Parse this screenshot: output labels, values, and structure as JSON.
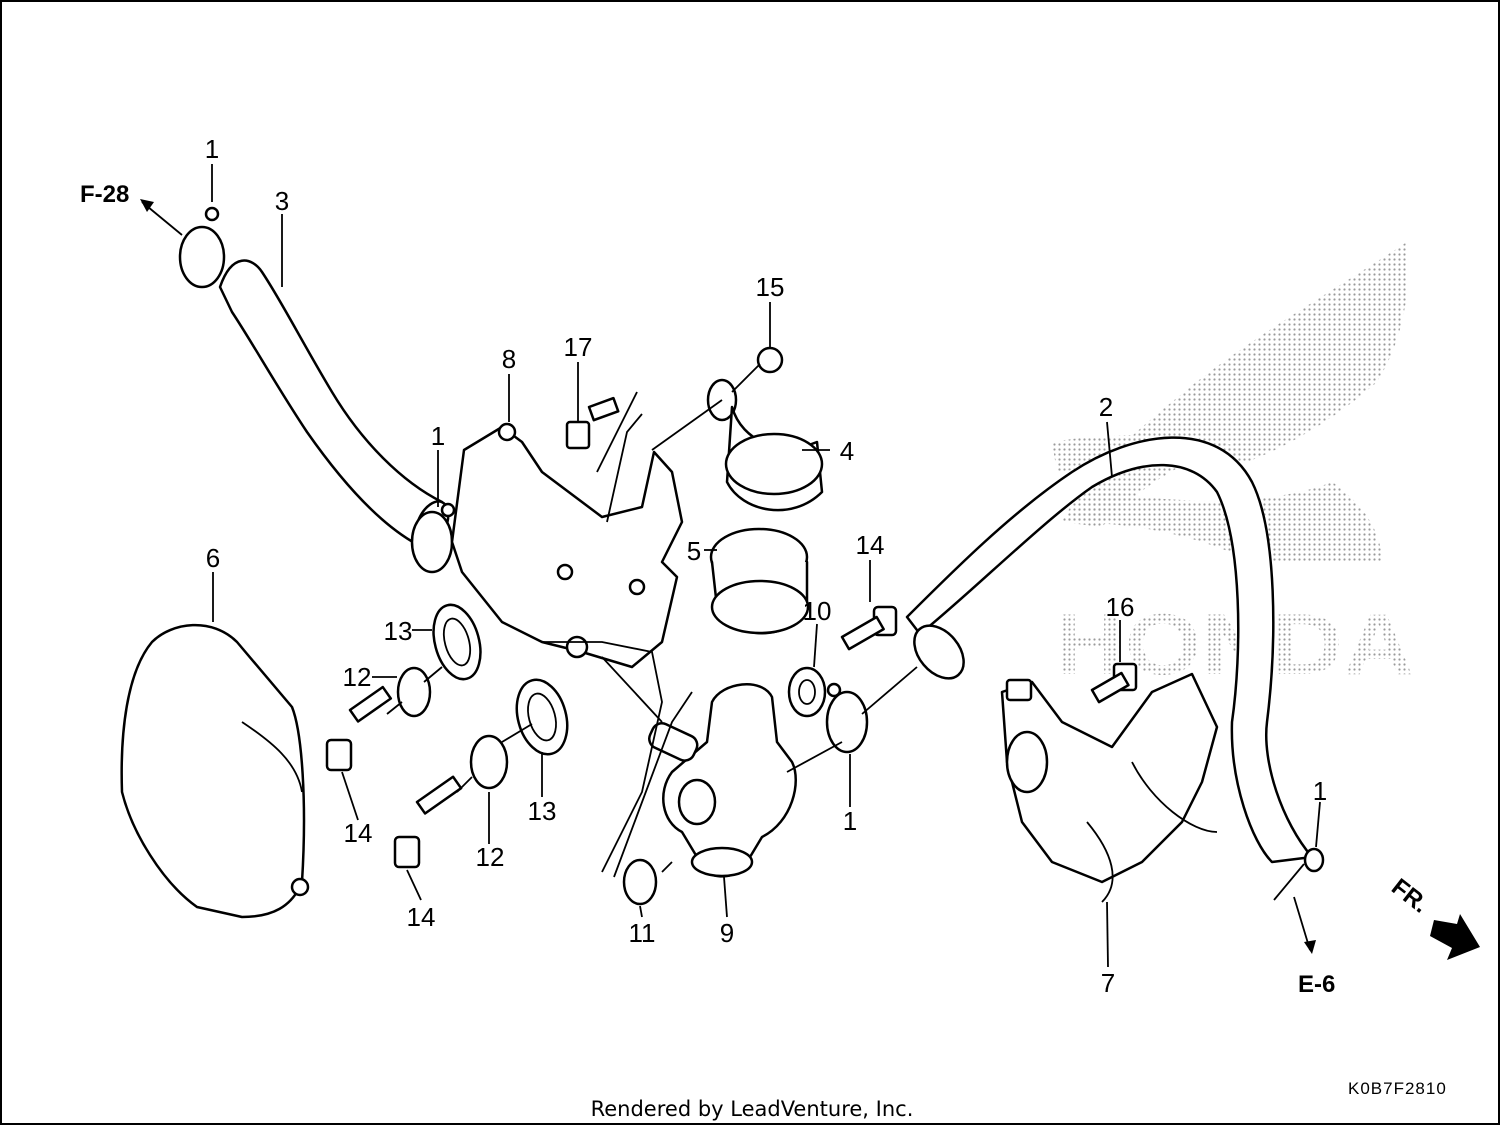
{
  "callouts": [
    {
      "id": "c1a",
      "label": "1"
    },
    {
      "id": "c3",
      "label": "3"
    },
    {
      "id": "c8",
      "label": "8"
    },
    {
      "id": "c17",
      "label": "17"
    },
    {
      "id": "c15",
      "label": "15"
    },
    {
      "id": "c4",
      "label": "4"
    },
    {
      "id": "c2",
      "label": "2"
    },
    {
      "id": "c1b",
      "label": "1"
    },
    {
      "id": "c6",
      "label": "6"
    },
    {
      "id": "c5",
      "label": "5"
    },
    {
      "id": "c14a",
      "label": "14"
    },
    {
      "id": "c13a",
      "label": "13"
    },
    {
      "id": "c12a",
      "label": "12"
    },
    {
      "id": "c10",
      "label": "10"
    },
    {
      "id": "c16",
      "label": "16"
    },
    {
      "id": "c14b",
      "label": "14"
    },
    {
      "id": "c13b",
      "label": "13"
    },
    {
      "id": "c1c",
      "label": "1"
    },
    {
      "id": "c12b",
      "label": "12"
    },
    {
      "id": "c1d",
      "label": "1"
    },
    {
      "id": "c14c",
      "label": "14"
    },
    {
      "id": "c11",
      "label": "11"
    },
    {
      "id": "c9",
      "label": "9"
    },
    {
      "id": "c7",
      "label": "7"
    }
  ],
  "references": {
    "f28": "F-28",
    "e6": "E-6",
    "fr": "FR."
  },
  "watermark": "HONDA",
  "diagram_code": "K0B7F2810",
  "footer": "Rendered by LeadVenture, Inc."
}
